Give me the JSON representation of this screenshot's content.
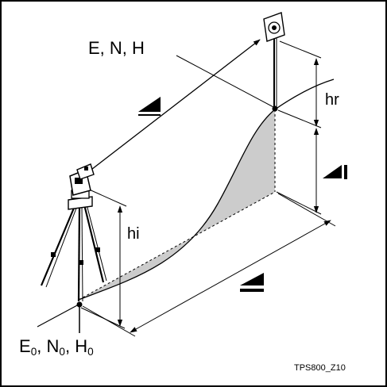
{
  "labels": {
    "target_point": "E, N, H",
    "station_point": {
      "e": "E",
      "n": "N",
      "h": "H",
      "sub": "0"
    },
    "reflector_height": "hr",
    "instrument_height": "hi",
    "figure_id": "TPS800_Z10"
  },
  "colors": {
    "line": "#000000",
    "shade": "#cccccc",
    "background": "#ffffff"
  }
}
